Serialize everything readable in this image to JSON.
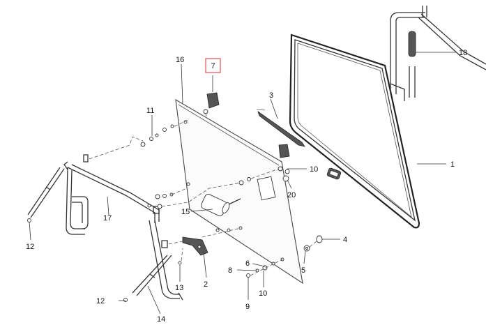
{
  "callouts": {
    "c1": "1",
    "c2": "2",
    "c3": "3",
    "c4": "4",
    "c5": "5",
    "c6": "6",
    "c7": "7",
    "c8": "8",
    "c9": "9",
    "c10a": "10",
    "c10b": "10",
    "c11": "11",
    "c12a": "12",
    "c12b": "12",
    "c13": "13",
    "c14": "14",
    "c15": "15",
    "c16": "16",
    "c17": "17",
    "c18": "18",
    "c20": "20"
  },
  "highlighted_callout": "7",
  "colors": {
    "highlight_border": "#d9534f",
    "line": "#333333"
  }
}
